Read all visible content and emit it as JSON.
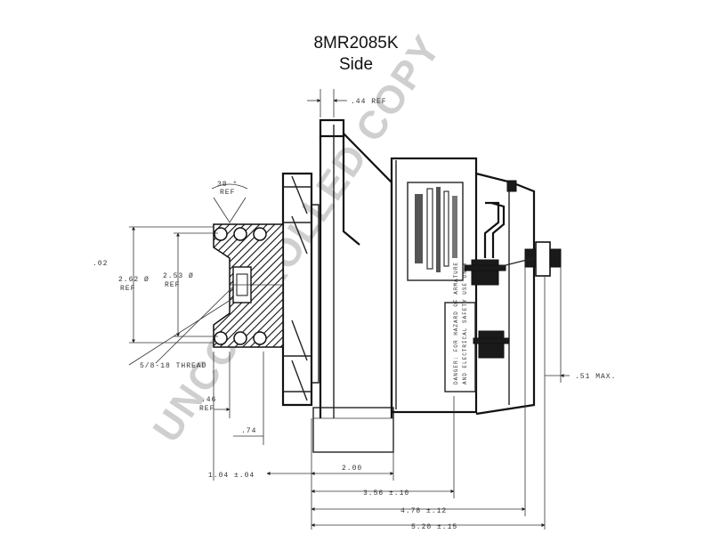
{
  "header": {
    "model": "8MR2085K",
    "view": "Side"
  },
  "watermark": "UNCONTROLLED COPY",
  "dimensions": {
    "top_ref": ".44 REF",
    "angle_ref_value": "38 °",
    "angle_ref_label": "REF",
    "left_tick": ".02",
    "dia_outer_value": "2.62 Ø",
    "dia_outer_label": "REF",
    "dia_inner_value": "2.53 Ø",
    "dia_inner_label": "REF",
    "thread": "5/8-18 THREAD",
    "hub_value": ".46",
    "hub_label": "REF",
    "small_offset": ".74",
    "max_right": ".51 MAX.",
    "offset_left": "1.04 ±.04",
    "mount_depth": "2.00",
    "len_1": "3.56 ±.10",
    "len_2": "4.78 ±.12",
    "len_3": "5.20 ±.15"
  },
  "labels": {
    "danger_line1": "DANGER: FOR HAZARD OF ARMATURE",
    "danger_line2": "AND ELECTRICAL SAFETY USE ONLY"
  }
}
